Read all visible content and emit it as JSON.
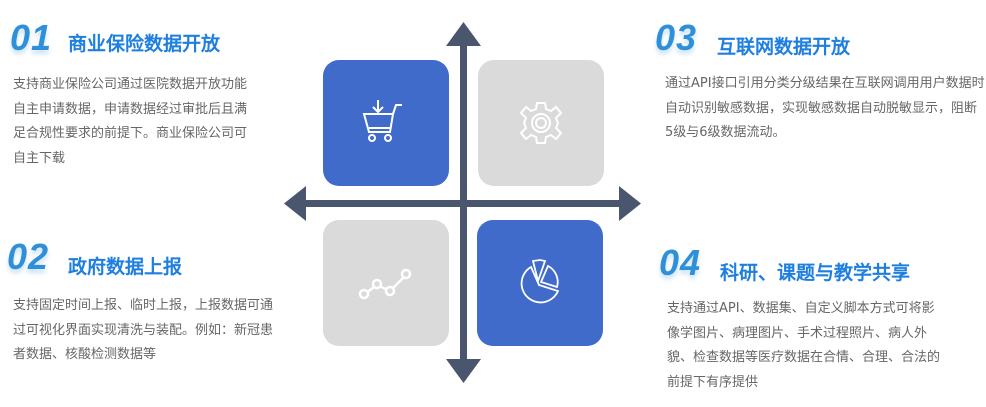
{
  "sections": [
    {
      "num": "01",
      "title": "商业保险数据开放",
      "desc": "支持商业保险公司通过医院数据开放功能自主申请数据，申请数据经过审批后且满足合规性要求的前提下。商业保险公司可自主下载"
    },
    {
      "num": "02",
      "title": "政府数据上报",
      "desc": "支持固定时间上报、临时上报，上报数据可通过可视化界面实现清洗与装配。例如：新冠患者数据、核酸检测数据等"
    },
    {
      "num": "03",
      "title": "互联网数据开放",
      "desc": "通过API接口引用分类分级结果在互联网调用用户数据时自动识别敏感数据，实现敏感数据自动脱敏显示，阻断5级与6级数据流动。"
    },
    {
      "num": "04",
      "title": "科研、课题与教学共享",
      "desc": "支持通过API、数据集、自定义脚本方式可将影像学图片、病理图片、手术过程照片、病人外貌、检查数据等医疗数据在合情、合理、合法的前提下有序提供"
    }
  ],
  "quadrants": [
    {
      "icon": "shopping-cart-download-icon",
      "color": "#406bcb"
    },
    {
      "icon": "gear-icon",
      "color": "#dadada"
    },
    {
      "icon": "line-chart-icon",
      "color": "#dadada"
    },
    {
      "icon": "pie-chart-icon",
      "color": "#406bcb"
    }
  ],
  "colors": {
    "accent": "#1e7fe0",
    "axis": "#4a566e"
  }
}
